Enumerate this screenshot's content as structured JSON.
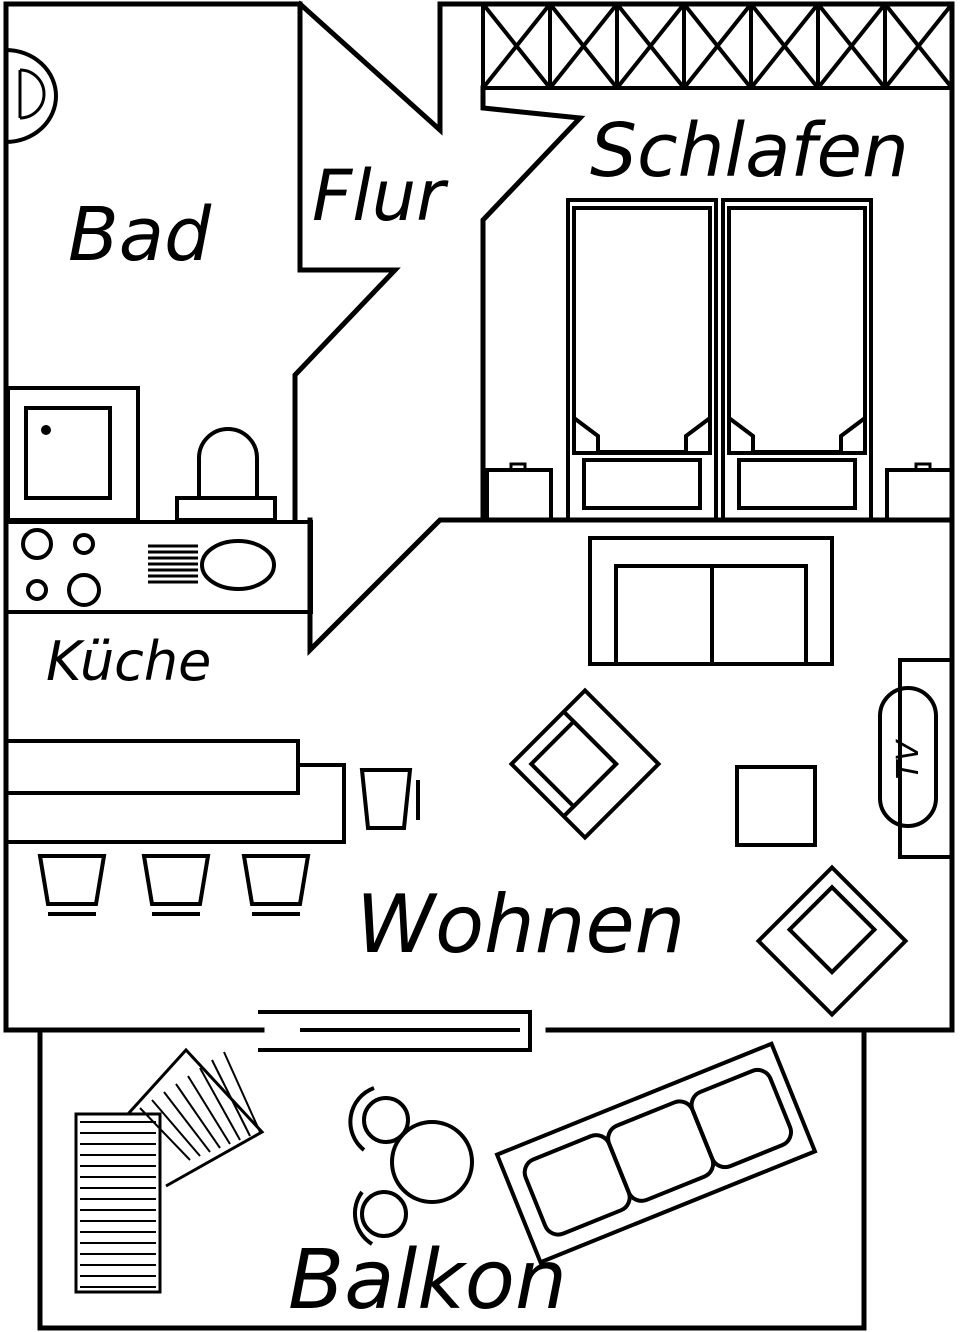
{
  "rooms": {
    "bad": "Bad",
    "flur": "Flur",
    "schlafen": "Schlafen",
    "kueche": "Küche",
    "wohnen": "Wohnen",
    "balkon": "Balkon"
  },
  "furniture": {
    "tv_label": "TV"
  },
  "colors": {
    "line": "#000000",
    "background": "#ffffff"
  }
}
